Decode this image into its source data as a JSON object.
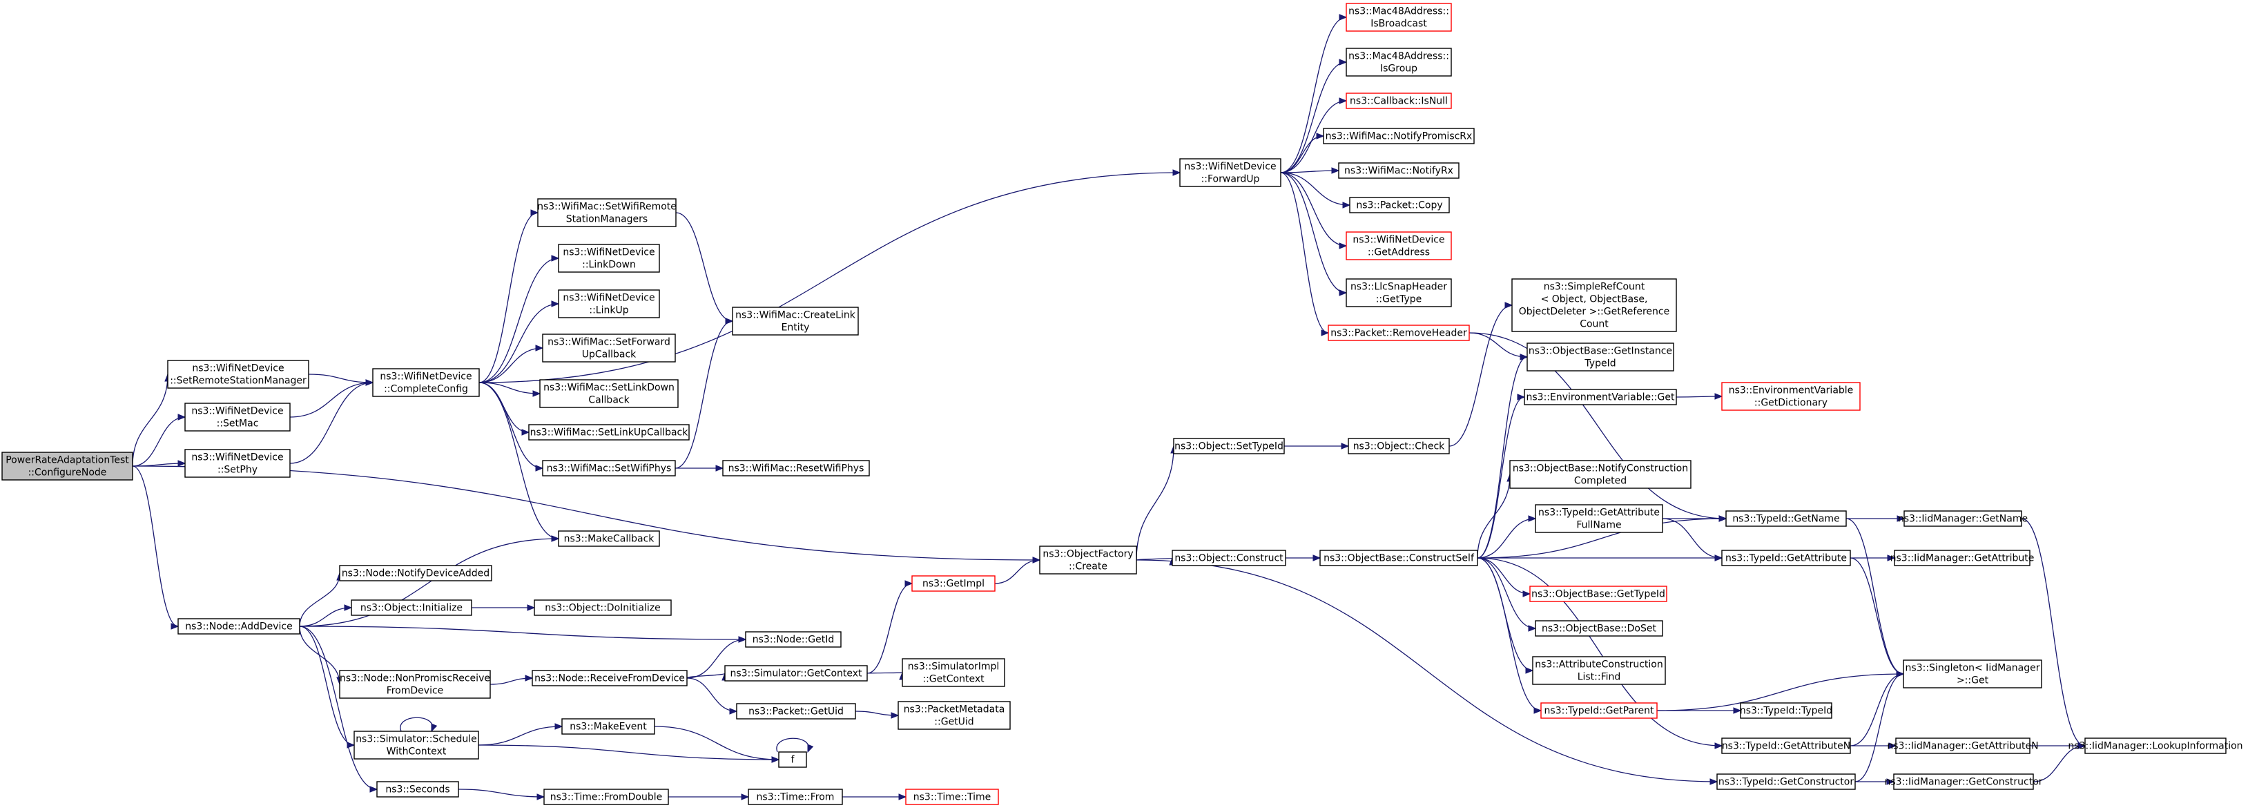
{
  "diagram": {
    "colors": {
      "edge": "#191970",
      "red_border": "#ff0000",
      "root_fill": "#bfbfbf",
      "node_border": "#000000"
    },
    "nodes": [
      {
        "id": "root",
        "lines": [
          "PowerRateAdaptationTest",
          "::ConfigureNode"
        ],
        "root": true
      },
      {
        "id": "setRSM",
        "lines": [
          "ns3::WifiNetDevice",
          "::SetRemoteStationManager"
        ]
      },
      {
        "id": "setMac",
        "lines": [
          "ns3::WifiNetDevice",
          "::SetMac"
        ]
      },
      {
        "id": "setPhy",
        "lines": [
          "ns3::WifiNetDevice",
          "::SetPhy"
        ]
      },
      {
        "id": "addDevice",
        "lines": [
          "ns3::Node::AddDevice"
        ]
      },
      {
        "id": "completeConfig",
        "lines": [
          "ns3::WifiNetDevice",
          "::CompleteConfig"
        ]
      },
      {
        "id": "setWifiRSMs",
        "lines": [
          "ns3::WifiMac::SetWifiRemote",
          "StationManagers"
        ]
      },
      {
        "id": "linkDown",
        "lines": [
          "ns3::WifiNetDevice",
          "::LinkDown"
        ]
      },
      {
        "id": "linkUp",
        "lines": [
          "ns3::WifiNetDevice",
          "::LinkUp"
        ]
      },
      {
        "id": "setFwdUpCb",
        "lines": [
          "ns3::WifiMac::SetForward",
          "UpCallback"
        ]
      },
      {
        "id": "setLinkDownCb",
        "lines": [
          "ns3::WifiMac::SetLinkDown",
          "Callback"
        ]
      },
      {
        "id": "setLinkUpCb",
        "lines": [
          "ns3::WifiMac::SetLinkUpCallback"
        ]
      },
      {
        "id": "setWifiPhys",
        "lines": [
          "ns3::WifiMac::SetWifiPhys"
        ]
      },
      {
        "id": "makeCallback",
        "lines": [
          "ns3::MakeCallback"
        ]
      },
      {
        "id": "createLinkEntity",
        "lines": [
          "ns3::WifiMac::CreateLink",
          "Entity"
        ]
      },
      {
        "id": "resetWifiPhys",
        "lines": [
          "ns3::WifiMac::ResetWifiPhys"
        ]
      },
      {
        "id": "notifyDeviceAdded",
        "lines": [
          "ns3::Node::NotifyDeviceAdded"
        ]
      },
      {
        "id": "objectInitialize",
        "lines": [
          "ns3::Object::Initialize"
        ]
      },
      {
        "id": "doInitialize",
        "lines": [
          "ns3::Object::DoInitialize"
        ]
      },
      {
        "id": "nodeGetId",
        "lines": [
          "ns3::Node::GetId"
        ]
      },
      {
        "id": "nonPromiscRx",
        "lines": [
          "ns3::Node::NonPromiscReceive",
          "FromDevice"
        ]
      },
      {
        "id": "receiveFromDevice",
        "lines": [
          "ns3::Node::ReceiveFromDevice"
        ]
      },
      {
        "id": "simGetContext",
        "lines": [
          "ns3::Simulator::GetContext"
        ]
      },
      {
        "id": "simImplGetContext",
        "lines": [
          "ns3::SimulatorImpl",
          "::GetContext"
        ]
      },
      {
        "id": "packetGetUid",
        "lines": [
          "ns3::Packet::GetUid"
        ]
      },
      {
        "id": "packetMetaGetUid",
        "lines": [
          "ns3::PacketMetadata",
          "::GetUid"
        ]
      },
      {
        "id": "scheduleWithContext",
        "lines": [
          "ns3::Simulator::Schedule",
          "WithContext"
        ]
      },
      {
        "id": "makeEvent",
        "lines": [
          "ns3::MakeEvent"
        ]
      },
      {
        "id": "f",
        "lines": [
          "f"
        ]
      },
      {
        "id": "seconds",
        "lines": [
          "ns3::Seconds"
        ]
      },
      {
        "id": "fromDouble",
        "lines": [
          "ns3::Time::FromDouble"
        ]
      },
      {
        "id": "timeFrom",
        "lines": [
          "ns3::Time::From"
        ]
      },
      {
        "id": "timeTime",
        "lines": [
          "ns3::Time::Time"
        ],
        "red": true
      },
      {
        "id": "getImpl",
        "lines": [
          "ns3::GetImpl"
        ],
        "red": true
      },
      {
        "id": "objFactoryCreate",
        "lines": [
          "ns3::ObjectFactory",
          "::Create"
        ]
      },
      {
        "id": "forwardUp",
        "lines": [
          "ns3::WifiNetDevice",
          "::ForwardUp"
        ]
      },
      {
        "id": "isBroadcast",
        "lines": [
          "ns3::Mac48Address::",
          "IsBroadcast"
        ],
        "red": true
      },
      {
        "id": "isGroup",
        "lines": [
          "ns3::Mac48Address::",
          "IsGroup"
        ]
      },
      {
        "id": "cbIsNull",
        "lines": [
          "ns3::Callback::IsNull"
        ],
        "red": true
      },
      {
        "id": "notifyPromiscRx",
        "lines": [
          "ns3::WifiMac::NotifyPromiscRx"
        ]
      },
      {
        "id": "notifyRx",
        "lines": [
          "ns3::WifiMac::NotifyRx"
        ]
      },
      {
        "id": "packetCopy",
        "lines": [
          "ns3::Packet::Copy"
        ]
      },
      {
        "id": "getAddress",
        "lines": [
          "ns3::WifiNetDevice",
          "::GetAddress"
        ],
        "red": true
      },
      {
        "id": "llcGetType",
        "lines": [
          "ns3::LlcSnapHeader",
          "::GetType"
        ]
      },
      {
        "id": "removeHeader",
        "lines": [
          "ns3::Packet::RemoveHeader"
        ],
        "red": true
      },
      {
        "id": "objSetTypeId",
        "lines": [
          "ns3::Object::SetTypeId"
        ]
      },
      {
        "id": "objConstruct",
        "lines": [
          "ns3::Object::Construct"
        ]
      },
      {
        "id": "objCheck",
        "lines": [
          "ns3::Object::Check"
        ]
      },
      {
        "id": "constructSelf",
        "lines": [
          "ns3::ObjectBase::ConstructSelf"
        ]
      },
      {
        "id": "simpleRefCount",
        "lines": [
          "ns3::SimpleRefCount",
          "< Object, ObjectBase,",
          "ObjectDeleter >::GetReference",
          "Count"
        ]
      },
      {
        "id": "getInstanceTypeId",
        "lines": [
          "ns3::ObjectBase::GetInstance",
          "TypeId"
        ]
      },
      {
        "id": "envVarGet",
        "lines": [
          "ns3::EnvironmentVariable::Get"
        ]
      },
      {
        "id": "envGetDict",
        "lines": [
          "ns3::EnvironmentVariable",
          "::GetDictionary"
        ],
        "red": true
      },
      {
        "id": "notifyConstructionCompleted",
        "lines": [
          "ns3::ObjectBase::NotifyConstruction",
          "Completed"
        ]
      },
      {
        "id": "getAttrFullName",
        "lines": [
          "ns3::TypeId::GetAttribute",
          "FullName"
        ]
      },
      {
        "id": "typeIdGetName",
        "lines": [
          "ns3::TypeId::GetName"
        ]
      },
      {
        "id": "iidGetName",
        "lines": [
          "ns3::IidManager::GetName"
        ]
      },
      {
        "id": "typeIdGetAttribute",
        "lines": [
          "ns3::TypeId::GetAttribute"
        ]
      },
      {
        "id": "iidGetAttribute",
        "lines": [
          "ns3::IidManager::GetAttribute"
        ]
      },
      {
        "id": "objBaseGetTypeId",
        "lines": [
          "ns3::ObjectBase::GetTypeId"
        ],
        "red": true
      },
      {
        "id": "objBaseDoSet",
        "lines": [
          "ns3::ObjectBase::DoSet"
        ]
      },
      {
        "id": "attrConstructionListFind",
        "lines": [
          "ns3::AttributeConstruction",
          "List::Find"
        ]
      },
      {
        "id": "singletonGet",
        "lines": [
          "ns3::Singleton< IidManager",
          ">::Get"
        ]
      },
      {
        "id": "typeIdGetParent",
        "lines": [
          "ns3::TypeId::GetParent"
        ],
        "red": true
      },
      {
        "id": "typeIdTypeId",
        "lines": [
          "ns3::TypeId::TypeId"
        ]
      },
      {
        "id": "typeIdGetAttributeN",
        "lines": [
          "ns3::TypeId::GetAttributeN"
        ]
      },
      {
        "id": "iidGetAttributeN",
        "lines": [
          "ns3::IidManager::GetAttributeN"
        ]
      },
      {
        "id": "iidLookupInformation",
        "lines": [
          "ns3::IidManager::LookupInformation"
        ]
      },
      {
        "id": "typeIdGetConstructor",
        "lines": [
          "ns3::TypeId::GetConstructor"
        ]
      },
      {
        "id": "iidGetConstructor",
        "lines": [
          "ns3::IidManager::GetConstructor"
        ]
      }
    ],
    "edges": [
      [
        "root",
        "setRSM"
      ],
      [
        "root",
        "setMac"
      ],
      [
        "root",
        "setPhy"
      ],
      [
        "root",
        "addDevice"
      ],
      [
        "root",
        "objFactoryCreate"
      ],
      [
        "setRSM",
        "completeConfig"
      ],
      [
        "setMac",
        "completeConfig"
      ],
      [
        "setPhy",
        "completeConfig"
      ],
      [
        "completeConfig",
        "setWifiRSMs"
      ],
      [
        "completeConfig",
        "linkDown"
      ],
      [
        "completeConfig",
        "linkUp"
      ],
      [
        "completeConfig",
        "setFwdUpCb"
      ],
      [
        "completeConfig",
        "setLinkDownCb"
      ],
      [
        "completeConfig",
        "setLinkUpCb"
      ],
      [
        "completeConfig",
        "setWifiPhys"
      ],
      [
        "completeConfig",
        "makeCallback"
      ],
      [
        "completeConfig",
        "forwardUp"
      ],
      [
        "setWifiRSMs",
        "createLinkEntity"
      ],
      [
        "setWifiPhys",
        "createLinkEntity"
      ],
      [
        "setWifiPhys",
        "resetWifiPhys"
      ],
      [
        "addDevice",
        "makeCallback"
      ],
      [
        "addDevice",
        "notifyDeviceAdded"
      ],
      [
        "addDevice",
        "objectInitialize"
      ],
      [
        "addDevice",
        "nodeGetId"
      ],
      [
        "addDevice",
        "nonPromiscRx"
      ],
      [
        "addDevice",
        "scheduleWithContext"
      ],
      [
        "addDevice",
        "seconds"
      ],
      [
        "objectInitialize",
        "doInitialize"
      ],
      [
        "nonPromiscRx",
        "receiveFromDevice"
      ],
      [
        "receiveFromDevice",
        "nodeGetId"
      ],
      [
        "receiveFromDevice",
        "simGetContext"
      ],
      [
        "receiveFromDevice",
        "packetGetUid"
      ],
      [
        "simGetContext",
        "getImpl"
      ],
      [
        "simGetContext",
        "simImplGetContext"
      ],
      [
        "packetGetUid",
        "packetMetaGetUid"
      ],
      [
        "scheduleWithContext",
        "scheduleWithContext"
      ],
      [
        "scheduleWithContext",
        "makeEvent"
      ],
      [
        "scheduleWithContext",
        "f"
      ],
      [
        "makeEvent",
        "f"
      ],
      [
        "f",
        "f"
      ],
      [
        "seconds",
        "fromDouble"
      ],
      [
        "fromDouble",
        "timeFrom"
      ],
      [
        "timeFrom",
        "timeTime"
      ],
      [
        "getImpl",
        "objFactoryCreate"
      ],
      [
        "objFactoryCreate",
        "objSetTypeId"
      ],
      [
        "objFactoryCreate",
        "objConstruct"
      ],
      [
        "objFactoryCreate",
        "typeIdGetConstructor"
      ],
      [
        "forwardUp",
        "isBroadcast"
      ],
      [
        "forwardUp",
        "isGroup"
      ],
      [
        "forwardUp",
        "cbIsNull"
      ],
      [
        "forwardUp",
        "notifyPromiscRx"
      ],
      [
        "forwardUp",
        "notifyRx"
      ],
      [
        "forwardUp",
        "packetCopy"
      ],
      [
        "forwardUp",
        "getAddress"
      ],
      [
        "forwardUp",
        "llcGetType"
      ],
      [
        "forwardUp",
        "removeHeader"
      ],
      [
        "removeHeader",
        "getInstanceTypeId"
      ],
      [
        "removeHeader",
        "typeIdGetName"
      ],
      [
        "objSetTypeId",
        "objCheck"
      ],
      [
        "objCheck",
        "simpleRefCount"
      ],
      [
        "objConstruct",
        "constructSelf"
      ],
      [
        "constructSelf",
        "getInstanceTypeId"
      ],
      [
        "constructSelf",
        "envVarGet"
      ],
      [
        "constructSelf",
        "typeIdGetName"
      ],
      [
        "constructSelf",
        "notifyConstructionCompleted"
      ],
      [
        "constructSelf",
        "getAttrFullName"
      ],
      [
        "constructSelf",
        "typeIdGetAttribute"
      ],
      [
        "constructSelf",
        "objBaseGetTypeId"
      ],
      [
        "constructSelf",
        "objBaseDoSet"
      ],
      [
        "constructSelf",
        "attrConstructionListFind"
      ],
      [
        "constructSelf",
        "typeIdGetParent"
      ],
      [
        "constructSelf",
        "typeIdGetAttributeN"
      ],
      [
        "envVarGet",
        "envGetDict"
      ],
      [
        "getAttrFullName",
        "typeIdGetName"
      ],
      [
        "getAttrFullName",
        "typeIdGetAttribute"
      ],
      [
        "typeIdGetName",
        "iidGetName"
      ],
      [
        "typeIdGetName",
        "singletonGet"
      ],
      [
        "iidGetName",
        "iidLookupInformation"
      ],
      [
        "typeIdGetAttribute",
        "iidGetAttribute"
      ],
      [
        "typeIdGetAttribute",
        "singletonGet"
      ],
      [
        "typeIdGetParent",
        "singletonGet"
      ],
      [
        "typeIdGetParent",
        "typeIdTypeId"
      ],
      [
        "typeIdGetAttributeN",
        "singletonGet"
      ],
      [
        "typeIdGetAttributeN",
        "iidGetAttributeN"
      ],
      [
        "iidGetAttributeN",
        "iidLookupInformation"
      ],
      [
        "typeIdGetConstructor",
        "singletonGet"
      ],
      [
        "typeIdGetConstructor",
        "iidGetConstructor"
      ],
      [
        "iidGetConstructor",
        "iidLookupInformation"
      ]
    ]
  }
}
